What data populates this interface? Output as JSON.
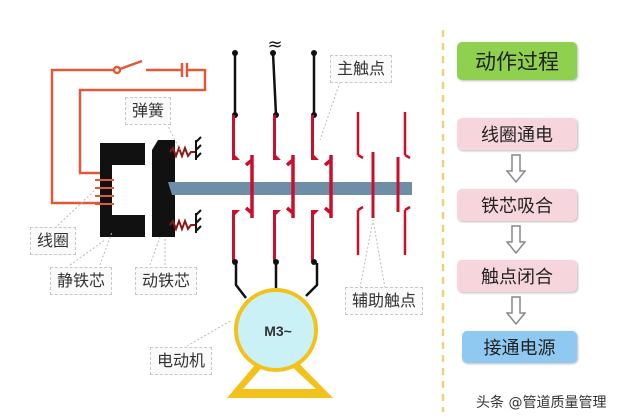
{
  "diagram": {
    "labels": {
      "main_contacts": "主触点",
      "spring": "弹簧",
      "coil": "线圈",
      "static_core": "静铁芯",
      "moving_core": "动铁芯",
      "aux_contacts": "辅助触点",
      "motor": "电动机",
      "motor_symbol": "M3~",
      "ac_symbol": "≈"
    },
    "colors": {
      "circuit": "#e05a3a",
      "contact": "#c8102e",
      "core": "#111111",
      "bar": "#6e8ea8",
      "motor_fill": "#c9f1f6",
      "motor_stroke": "#f2c21b"
    }
  },
  "process": {
    "title": "动作过程",
    "steps": [
      "线圈通电",
      "铁芯吸合",
      "触点闭合",
      "接通电源"
    ],
    "colors": {
      "title": "#8fd14f",
      "step": "#f6d6dc",
      "final": "#8fc9f2",
      "divider": "#e8d47a"
    }
  },
  "watermark": "头条 @管道质量管理"
}
